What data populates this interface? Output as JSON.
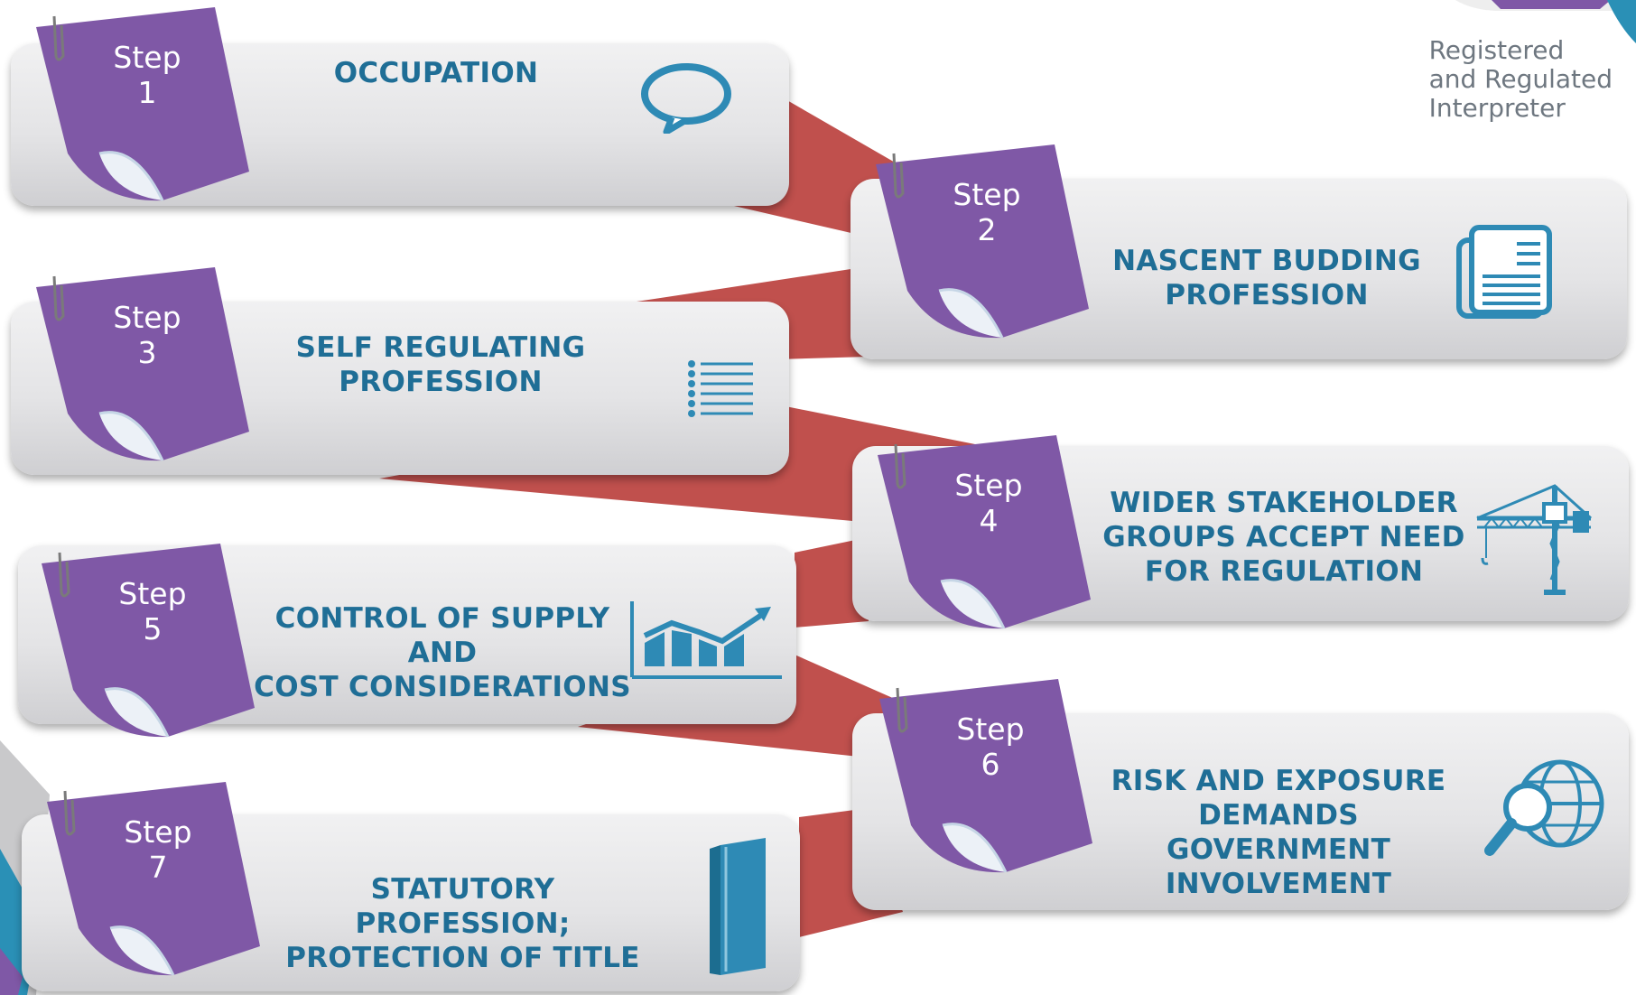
{
  "brand": {
    "text": "Registered\nand Regulated\nInterpreter"
  },
  "colors": {
    "note": "#7f58a6",
    "connector": "#c0504d",
    "title": "#1f6e96",
    "icon": "#2e8ab5"
  },
  "steps": [
    {
      "label": "Step\n1",
      "title": "OCCUPATION",
      "icon": "speech-bubble-icon"
    },
    {
      "label": "Step\n2",
      "title": "NASCENT BUDDING\nPROFESSION",
      "icon": "newspaper-icon"
    },
    {
      "label": "Step\n3",
      "title": "SELF REGULATING\nPROFESSION",
      "icon": "list-icon"
    },
    {
      "label": "Step\n4",
      "title": "WIDER STAKEHOLDER\nGROUPS ACCEPT NEED\nFOR REGULATION",
      "icon": "crane-icon"
    },
    {
      "label": "Step\n5",
      "title": "CONTROL OF SUPPLY AND\nCOST CONSIDERATIONS",
      "icon": "bar-chart-trend-icon"
    },
    {
      "label": "Step\n6",
      "title": "RISK AND EXPOSURE\nDEMANDS GOVERNMENT\nINVOLVEMENT",
      "icon": "globe-magnifier-icon"
    },
    {
      "label": "Step\n7",
      "title": "STATUTORY PROFESSION;\nPROTECTION OF TITLE",
      "icon": "book-icon"
    }
  ]
}
